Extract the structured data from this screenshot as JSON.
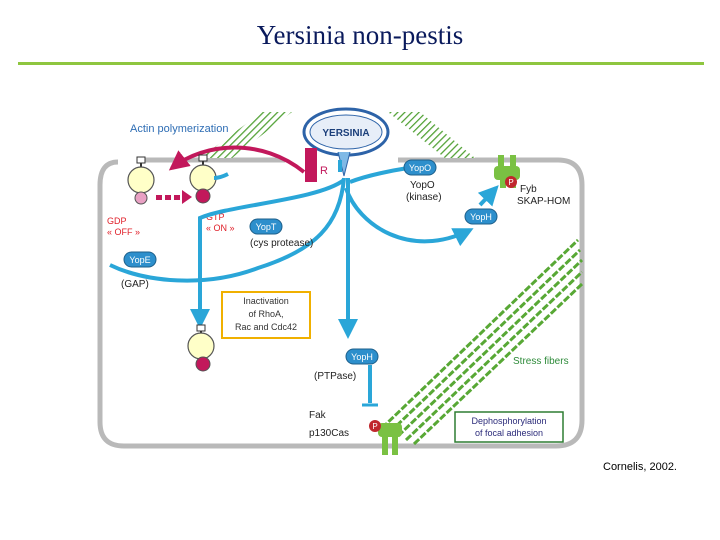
{
  "page": {
    "title": "Yersinia non-pestis",
    "citation": "Cornelis, 2002."
  },
  "colors": {
    "cell_outline": "#b9b9b9",
    "arrow_blue": "#2aa6d8",
    "pill_blue": "#2d8fcc",
    "magenta": "#c2185b",
    "label_red": "#e0202a",
    "green": "#66b43a",
    "gap_box_border": "#f0b000",
    "title_color": "#0a1a5c"
  },
  "diagram": {
    "labels": {
      "actin_polymerization": "Actin polymerization",
      "yersinia": "YERSINIA",
      "receptor": "R",
      "yopo": "YopO",
      "kinase": "(kinase)",
      "fyb": "Fyb",
      "skap_hom": "SKAP-HOM",
      "gdp": "GDP",
      "off": "« OFF »",
      "gtp": "GTP",
      "on": "« ON »",
      "cys_protease": "(cys protease)",
      "gap": "(GAP)",
      "inactivation_line1": "Inactivation",
      "inactivation_line2": "of RhoA,",
      "inactivation_line3": "Rac and Cdc42",
      "ptpase": "(PTPase)",
      "stress_fibers": "Stress fibers",
      "fak": "Fak",
      "p130cas": "p130Cas",
      "dephos_line1": "Dephosphorylation",
      "dephos_line2": "of focal adhesion",
      "phospho": "P"
    },
    "pills": {
      "yopo_top": "YopO",
      "yoph_upper": "YopH",
      "yopt": "YopT",
      "yope": "YopE",
      "yoph_lower": "YopH"
    }
  }
}
